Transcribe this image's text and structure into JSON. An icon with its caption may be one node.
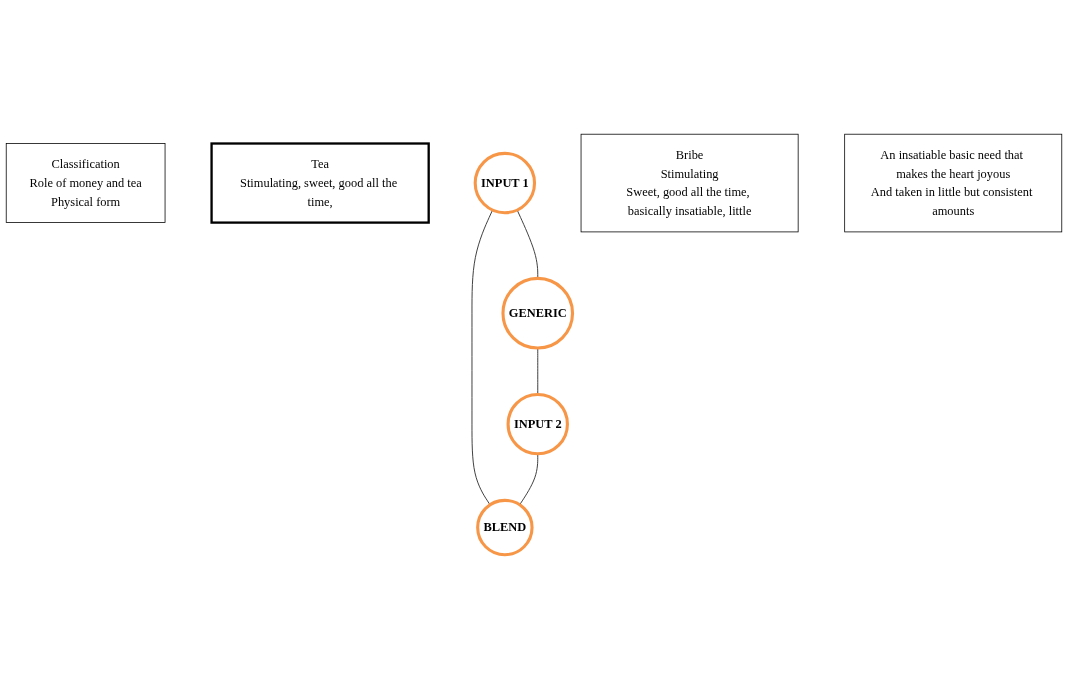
{
  "diagram": {
    "nodes": [
      {
        "text": [
          "Classification",
          "Role of money and tea",
          "Physical form"
        ]
      },
      {
        "text": [
          "GENERIC"
        ]
      },
      {
        "text": [
          "Tea",
          "Stimulating, sweet, good all the time,"
        ]
      },
      {
        "text": [
          "INPUT 1"
        ]
      },
      {
        "text": [
          "INPUT 2"
        ]
      },
      {
        "text": [
          "Bribe",
          "Stimulating",
          "Sweet, good all the time, basically insatiable, little"
        ]
      },
      {
        "text": [
          "BLEND"
        ]
      },
      {
        "text": [
          "An insatiable basic need that makes the heart joyous",
          "And taken in little but consistent amounts"
        ]
      }
    ],
    "edges": [
      {
        "from": 3,
        "to": 1,
        "arrow": "none"
      },
      {
        "from": 1,
        "to": 4,
        "arrow": "none"
      },
      {
        "from": 3,
        "to": 6,
        "arrow": "none"
      },
      {
        "from": 4,
        "to": 6,
        "arrow": "none"
      }
    ]
  }
}
